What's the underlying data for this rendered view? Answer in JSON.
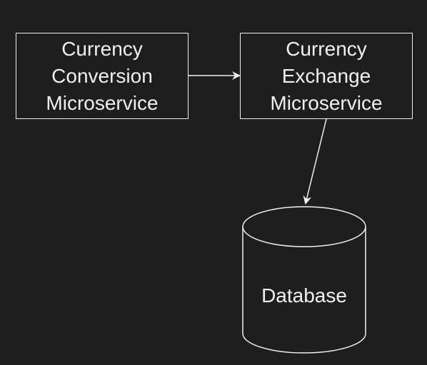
{
  "diagram": {
    "nodes": [
      {
        "id": "currency-conversion",
        "label": "Currency\nConversion\nMicroservice"
      },
      {
        "id": "currency-exchange",
        "label": "Currency\nExchange\nMicroservice"
      },
      {
        "id": "database",
        "label": "Database",
        "shape": "cylinder"
      }
    ],
    "edges": [
      {
        "from": "currency-conversion",
        "to": "currency-exchange"
      },
      {
        "from": "currency-exchange",
        "to": "database"
      }
    ]
  },
  "colors": {
    "background": "#1e1e1e",
    "stroke": "#f0f0f0",
    "text": "#f0f0f0"
  }
}
